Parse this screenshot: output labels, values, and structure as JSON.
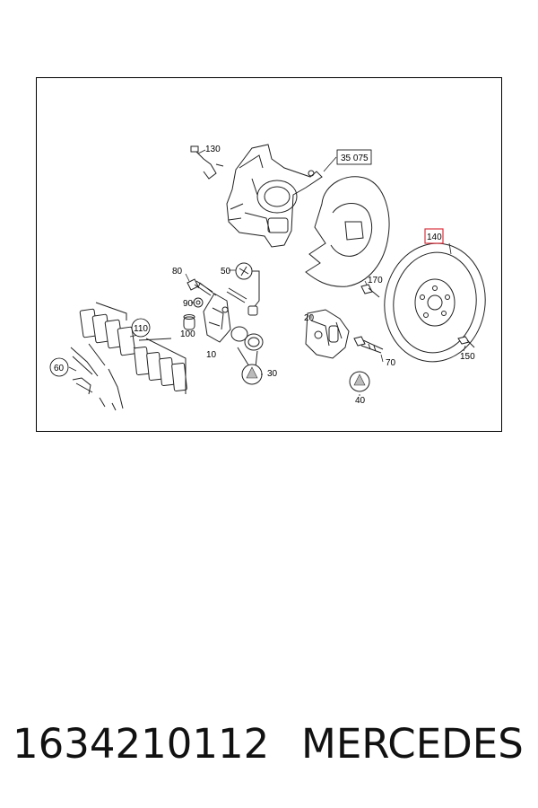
{
  "diagram": {
    "callouts": {
      "c130": "130",
      "c35075": "35 075",
      "c140": "140",
      "c80": "80",
      "c50": "50",
      "c90": "90",
      "c100": "100",
      "c10": "10",
      "c110": "110",
      "c60": "60",
      "c30": "30",
      "c170": "170",
      "c20": "20",
      "c70": "70",
      "c40": "40",
      "c150": "150"
    },
    "highlight_color": "#d9343f"
  },
  "footer": {
    "part_number": "1634210112",
    "brand": "MERCEDES"
  }
}
